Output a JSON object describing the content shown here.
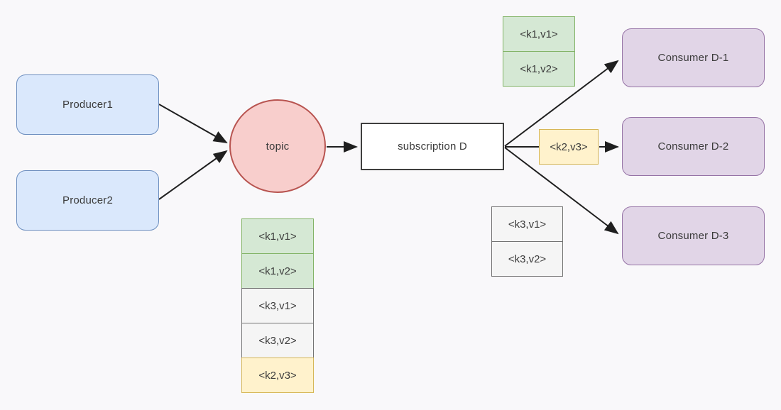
{
  "diagram": {
    "nodes": {
      "producers": [
        {
          "label": "Producer1"
        },
        {
          "label": "Producer2"
        }
      ],
      "topic": {
        "label": "topic"
      },
      "subscription": {
        "label": "subscription D"
      },
      "consumers": [
        {
          "label": "Consumer D-1"
        },
        {
          "label": "Consumer D-2"
        },
        {
          "label": "Consumer D-3"
        }
      ]
    },
    "messages": {
      "consumer1_batch": {
        "cells": [
          {
            "label": "<k1,v1>",
            "color": "green"
          },
          {
            "label": "<k1,v2>",
            "color": "green"
          }
        ]
      },
      "consumer2_batch": {
        "cells": [
          {
            "label": "<k2,v3>",
            "color": "yellow"
          }
        ]
      },
      "consumer3_batch": {
        "cells": [
          {
            "label": "<k3,v1>",
            "color": "gray"
          },
          {
            "label": "<k3,v2>",
            "color": "gray"
          }
        ]
      },
      "topic_queue": {
        "cells": [
          {
            "label": "<k1,v1>",
            "color": "green"
          },
          {
            "label": "<k1,v2>",
            "color": "green"
          },
          {
            "label": "<k3,v1>",
            "color": "gray"
          },
          {
            "label": "<k3,v2>",
            "color": "gray"
          },
          {
            "label": "<k2,v3>",
            "color": "yellow"
          }
        ]
      }
    },
    "colors": {
      "background": "#f9f8fa",
      "producer_fill": "#dae8fc",
      "producer_border": "#6c8ebf",
      "topic_fill": "#f8cecc",
      "topic_border": "#b85450",
      "subscription_fill": "#ffffff",
      "subscription_border": "#3f3f3f",
      "consumer_fill": "#e1d5e7",
      "consumer_border": "#9673a6",
      "message_green_fill": "#d5e8d4",
      "message_green_border": "#82b366",
      "message_yellow_fill": "#fff2cc",
      "message_yellow_border": "#d6b656",
      "message_gray_fill": "#f5f5f5",
      "message_gray_border": "#737373",
      "arrow": "#1f1f1f"
    }
  }
}
